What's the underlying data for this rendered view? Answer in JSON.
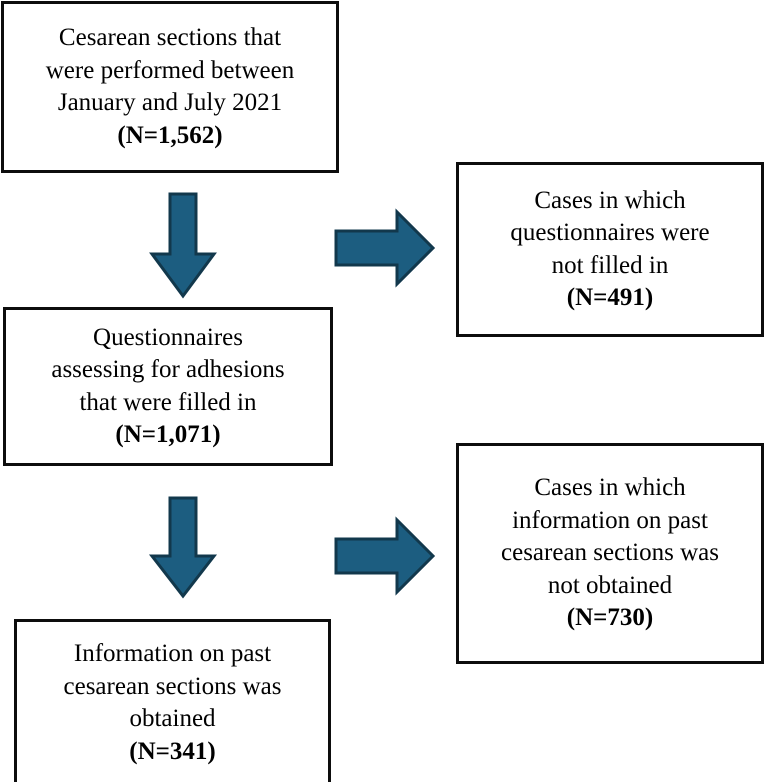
{
  "figure": {
    "type": "flowchart",
    "orientation": "top-to-bottom",
    "palette": {
      "arrow_fill": "#1C5D80",
      "arrow_stroke": "#12384C",
      "box_border": "#0D0D0D",
      "background": "#FFFFFF",
      "text": "#000000"
    }
  },
  "nodes": {
    "enrolled": {
      "lines": [
        "Cesarean sections that",
        "were performed between",
        "January and July 2021"
      ],
      "count_label": "(N=1,562)",
      "count_value": 1562
    },
    "excluded_questionnaires": {
      "lines": [
        "Cases in which",
        "questionnaires were",
        "not filled in"
      ],
      "count_label": "(N=491)",
      "count_value": 491
    },
    "questionnaires_filled": {
      "lines": [
        "Questionnaires",
        "assessing for adhesions",
        "that were filled in"
      ],
      "count_label": "(N=1,071)",
      "count_value": 1071
    },
    "excluded_information": {
      "lines": [
        "Cases in which",
        "information on past",
        "cesarean sections was",
        "not obtained"
      ],
      "count_label": "(N=730)",
      "count_value": 730
    },
    "information_obtained": {
      "lines": [
        "Information on past",
        "cesarean sections was",
        "obtained"
      ],
      "count_label": "(N=341)",
      "count_value": 341
    }
  },
  "connectors": [
    {
      "id": "down-1",
      "icon": "arrow-down-icon",
      "from": "enrolled",
      "to": "questionnaires_filled"
    },
    {
      "id": "right-1",
      "icon": "arrow-right-icon",
      "from": "enrolled",
      "to": "excluded_questionnaires"
    },
    {
      "id": "down-2",
      "icon": "arrow-down-icon",
      "from": "questionnaires_filled",
      "to": "information_obtained"
    },
    {
      "id": "right-2",
      "icon": "arrow-right-icon",
      "from": "questionnaires_filled",
      "to": "excluded_information"
    }
  ]
}
